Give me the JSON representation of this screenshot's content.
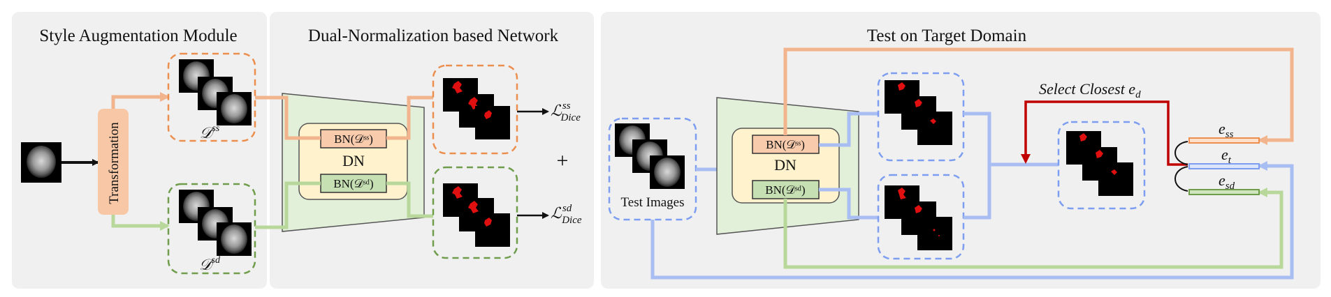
{
  "panels": {
    "style_augmentation": {
      "title": "Style Augmentation Module"
    },
    "dual_norm_network": {
      "title": "Dual-Normalization based Network"
    },
    "test_target": {
      "title": "Test on Target Domain"
    }
  },
  "labels": {
    "transformation": "Transformation",
    "d_ss": "𝒟",
    "d_ss_sup": "ss",
    "d_sd": "𝒟",
    "d_sd_sup": "sd",
    "dn": "DN",
    "bn_ss": "BN(𝒟ˢˢ)",
    "bn_sd": "BN(𝒟ˢᵈ)",
    "dn_test": "DN",
    "bn_ss_test": "BN(𝒟ˢˢ)",
    "bn_sd_test": "BN(𝒟ˢᵈ)",
    "plus": "+",
    "test_images": "Test Images",
    "select_closest": "Select Closest e",
    "select_closest_sub": "d"
  },
  "losses": {
    "loss_ss_main": "ℒ",
    "loss_ss_sup": "ss",
    "loss_ss_sub": "Dice",
    "loss_sd_main": "ℒ",
    "loss_sd_sup": "sd",
    "loss_sd_sub": "Dice"
  },
  "embeddings": {
    "e_ss_main": "e",
    "e_ss_sub": "ss",
    "e_t_main": "e",
    "e_t_sub": "t",
    "e_sd_main": "e",
    "e_sd_sub": "sd"
  },
  "colors": {
    "panel_bg": "#f0f0f0",
    "orange": "#f2b48c",
    "orange_dash": "#ec8f4e",
    "green": "#b7d89a",
    "green_dash": "#6f9d4c",
    "blue": "#a8bdf2",
    "blue_dash": "#7d9ef0",
    "red": "#c00000",
    "trapezoid": "#e2efd9",
    "dn_box": "#fff2cc",
    "bn_orange": "#f8cbad",
    "bn_green": "#c6e0b4",
    "transformation_box": "#f8c7a6"
  },
  "icons": {
    "brain_scan": "mri-slice-icon",
    "mask": "segmentation-mask-icon"
  }
}
